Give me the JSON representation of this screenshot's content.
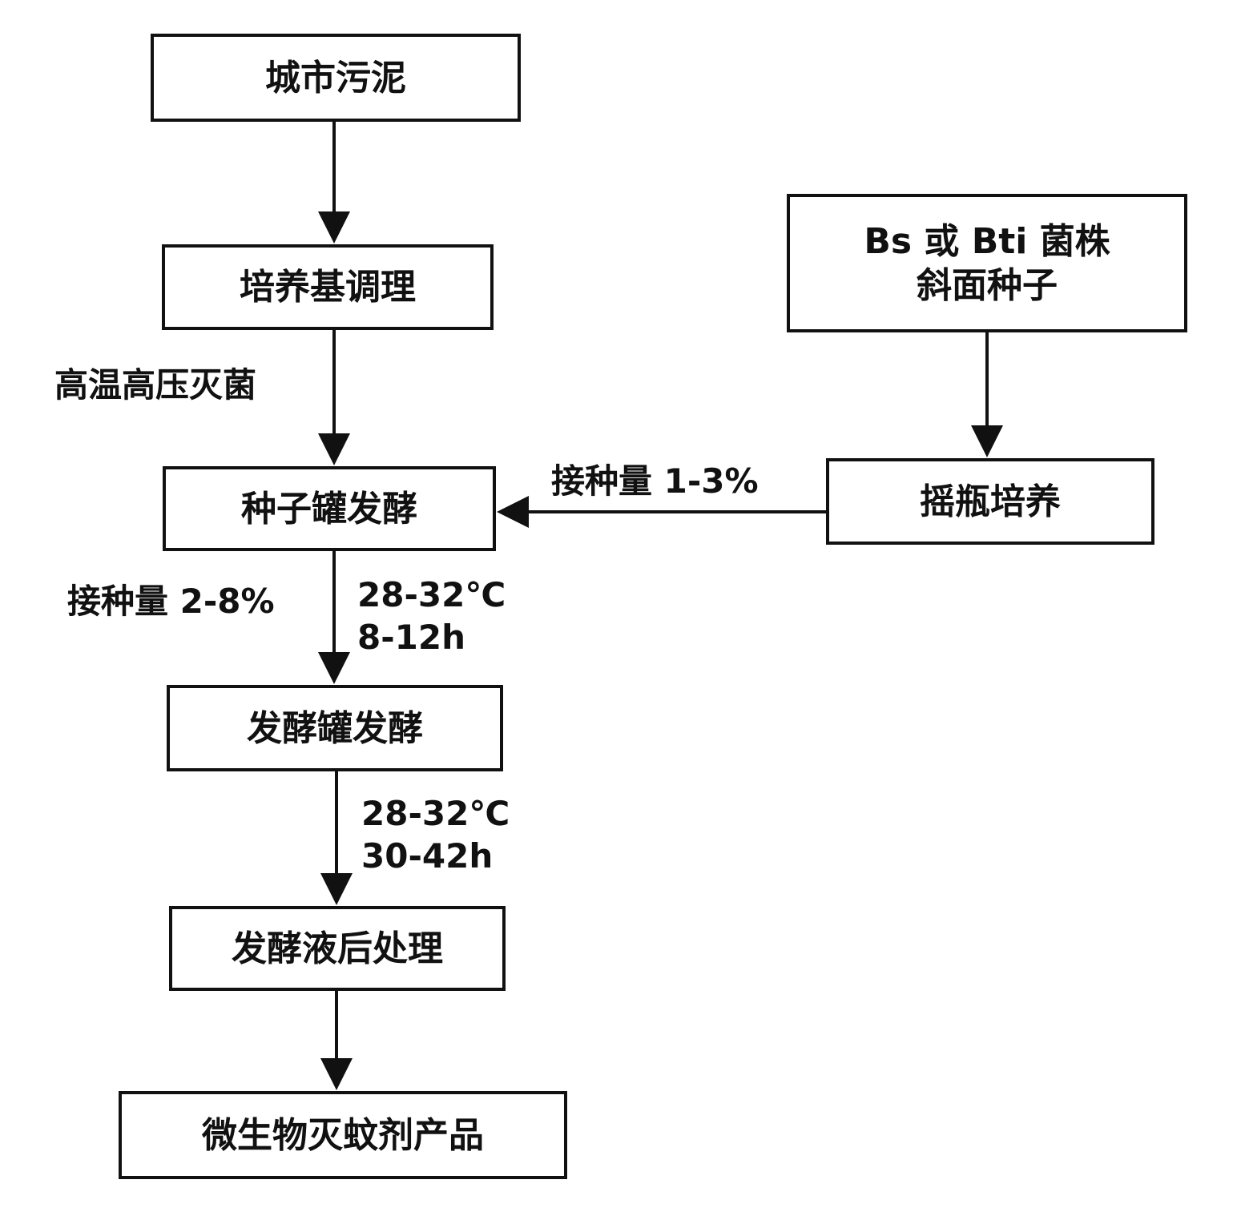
{
  "nodes": {
    "sludge": "城市污泥",
    "medium": "培养基调理",
    "seed_tank": "种子罐发酵",
    "ferment_tank": "发酵罐发酵",
    "post_treatment": "发酵液后处理",
    "product": "微生物灭蚊剂产品",
    "strain_line1": "Bs 或 Bti 菌株",
    "strain_line2": "斜面种子",
    "shake_flask": "摇瓶培养"
  },
  "edge_labels": {
    "sterilization": "高温高压灭菌",
    "inoculum_flask": "接种量 1-3%",
    "inoculum_seed": "接种量 2-8%",
    "seed_temp": "28-32℃",
    "seed_time": "8-12h",
    "ferment_temp": "28-32℃",
    "ferment_time": "30-42h"
  }
}
